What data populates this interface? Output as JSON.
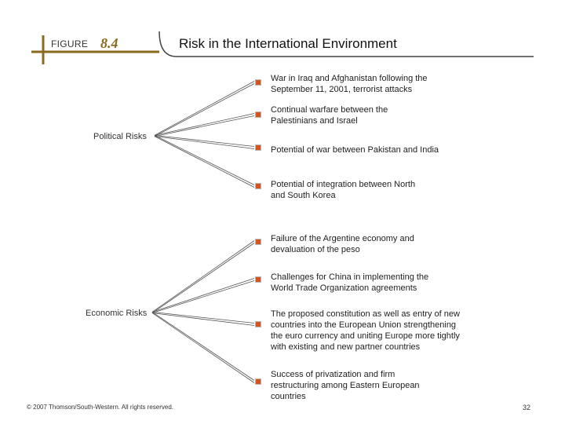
{
  "header": {
    "figure_label": "FIGURE",
    "figure_number": "8.4",
    "title": "Risk in the International Environment"
  },
  "diagram": {
    "categories": [
      {
        "label": "Political Risks",
        "items": [
          "War in Iraq and Afghanistan following the\nSeptember 11, 2001, terrorist attacks",
          "Continual warfare between the\nPalestinians and Israel",
          "Potential of war between Pakistan and India",
          "Potential of integration between North\nand South Korea"
        ]
      },
      {
        "label": "Economic Risks",
        "items": [
          "Failure of the Argentine economy and\ndevaluation of the peso",
          "Challenges for China in implementing the\nWorld Trade Organization agreements",
          "The proposed constitution as well as entry of new\ncountries into the European Union strengthening\nthe euro currency and uniting Europe more tightly\nwith existing and new partner countries",
          "Success of privatization and firm\nrestructuring among Eastern European\ncountries"
        ]
      }
    ]
  },
  "footer": {
    "copyright": "© 2007 Thomson/South-Western. All rights reserved.",
    "page_number": "32"
  },
  "colors": {
    "accent": "#d4541e",
    "frame": "#8a6a1e",
    "connector": "#555555"
  }
}
